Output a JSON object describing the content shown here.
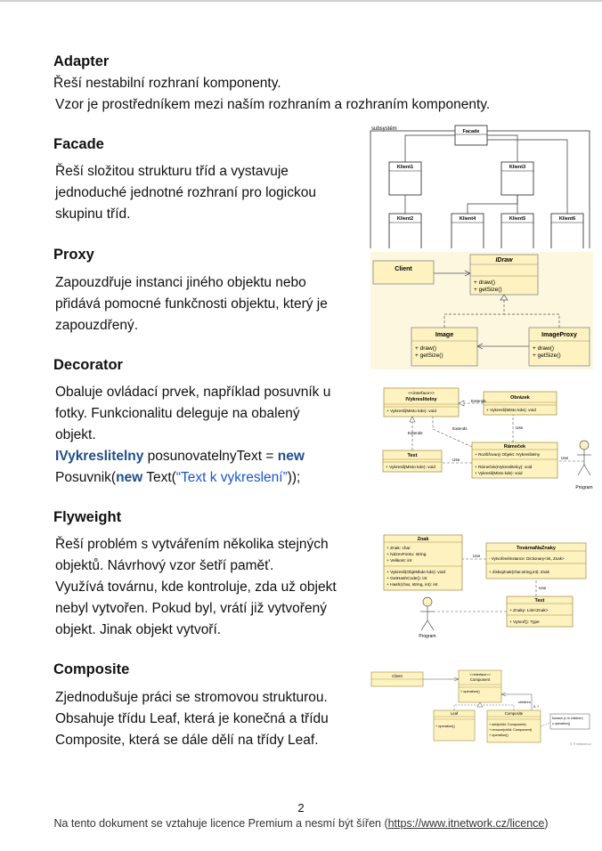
{
  "sections": {
    "adapter": {
      "title": "Adapter",
      "line1": "Řeší nestabilní rozhraní komponenty.",
      "line2": "Vzor je prostředníkem mezi naším rozhraním a rozhraním komponenty."
    },
    "facade": {
      "title": "Facade",
      "line1": "Řeší složitou strukturu tříd a vystavuje",
      "line2": "jednoduché jednotné rozhraní pro logickou",
      "line3": "skupinu tříd."
    },
    "proxy": {
      "title": "Proxy",
      "line1": "Zapouzdřuje instanci jiného objektu nebo",
      "line2": "přidává pomocné funkčnosti objektu, který je",
      "line3": "zapouzdřený."
    },
    "decorator": {
      "title": "Decorator",
      "line1": "Obaluje ovládací prvek, například posuvník u",
      "line2": "fotky. Funkcionalitu deleguje na obalený",
      "line3": "objekt.",
      "code1_a": "IVykreslitelny",
      "code1_b": " posunovatelnyText = ",
      "code1_c": "new",
      "code2_a": "Posuvnik(",
      "code2_b": "new",
      "code2_c": " Text(",
      "code2_d": "“Text k vykreslení”",
      "code2_e": "));"
    },
    "flyweight": {
      "title": "Flyweight",
      "line1": "Řeší problém s vytvářením několika stejných",
      "line2": "objektů. Návrhový vzor šetří paměť.",
      "line3": "Využívá továrnu, kde kontroluje, zda už objekt",
      "line4": "nebyl vytvořen. Pokud byl, vrátí již vytvořený",
      "line5": "objekt. Jinak objekt vytvoří."
    },
    "composite": {
      "title": "Composite",
      "line1": "Zjednodušuje práci se stromovou strukturou.",
      "line2": "Obsahuje třídu Leaf, která je konečná a třídu",
      "line3": "Composite, která se dále dělí na třídy Leaf."
    }
  },
  "diagrams": {
    "facade": {
      "subsystem": "subsystém",
      "facade": "Facade",
      "k1": "Klient1",
      "k3": "Klient3",
      "k2": "Klient2",
      "k4": "Klient4",
      "k5": "Klient5",
      "k6": "Klient6"
    },
    "proxy": {
      "client": "Client",
      "idraw": "IDraw",
      "m1": "+ draw()",
      "m2": "+ getSize()",
      "image": "Image",
      "imageproxy": "ImageProxy"
    },
    "decorator": {
      "stereo": "<<interface>>",
      "ivyk": "IVykreslitelny",
      "ivyk_m": "+ Vykresli(Misto kde): void",
      "obrazek": "Obrázek",
      "obrazek_m": "+ Vykresli(Misto kde): void",
      "extends1": "Extends",
      "extends2": "Extends",
      "extends3": "Extends",
      "text": "Text",
      "text_m": "+ Vykresli(Misto kde): void",
      "ramecek": "Rámeček",
      "ramecek_a": "+ Rozšiřovaný Objekt: IVykreslitelny",
      "ramecek_m1": "+ Rámeček(IVykreslitelny): void",
      "ramecek_m2": "+ Vykresli(Misto kde): void",
      "use1": "Use",
      "use2": "Use",
      "use3": "Use",
      "program": "Program"
    },
    "flyweight": {
      "znak": "Znak",
      "za1": "+ Znak: char",
      "za2": "+ NázevFontu: string",
      "za3": "+ Velikost: int",
      "zm1": "+ Vykresli(Objektkde kde): void",
      "zm2": "+ GetHashCode(): int",
      "zm3": "+ Hash(char, string, int): int",
      "tovarna": "TovárnaNaZnaky",
      "ta1": "- Vytvořenéinstance: Dictionary<int, Znak>",
      "tm1": "+ ZiskejZnak(char,string,int): Znak",
      "text": "Text",
      "txa1": "+ Znaky: List<Znak>",
      "txm1": "+ Vytvoř(): Type",
      "use1": "Use",
      "use2": "Use",
      "program": "Program"
    },
    "composite": {
      "client": "Client",
      "stereo": "<<interface>>",
      "component": "Component",
      "cm1": "+ operation()",
      "children": "children",
      "mult": "0..*",
      "leaf": "Leaf",
      "lm1": "+ operation()",
      "composite": "Composite",
      "com1": "+ add(child: Component)",
      "com2": "+ remove(child: Component)",
      "com3": "+ operation()",
      "note1": "foreach (c in children)",
      "note2": "   c.operation()",
      "copy": "© ITnetwork.cz"
    }
  },
  "footer": {
    "page_number": "2",
    "text": "Na tento dokument se vztahuje licence Premium a nesmí být šířen (",
    "link": "https://www.itnetwork.cz/licence",
    "text_end": ")"
  }
}
